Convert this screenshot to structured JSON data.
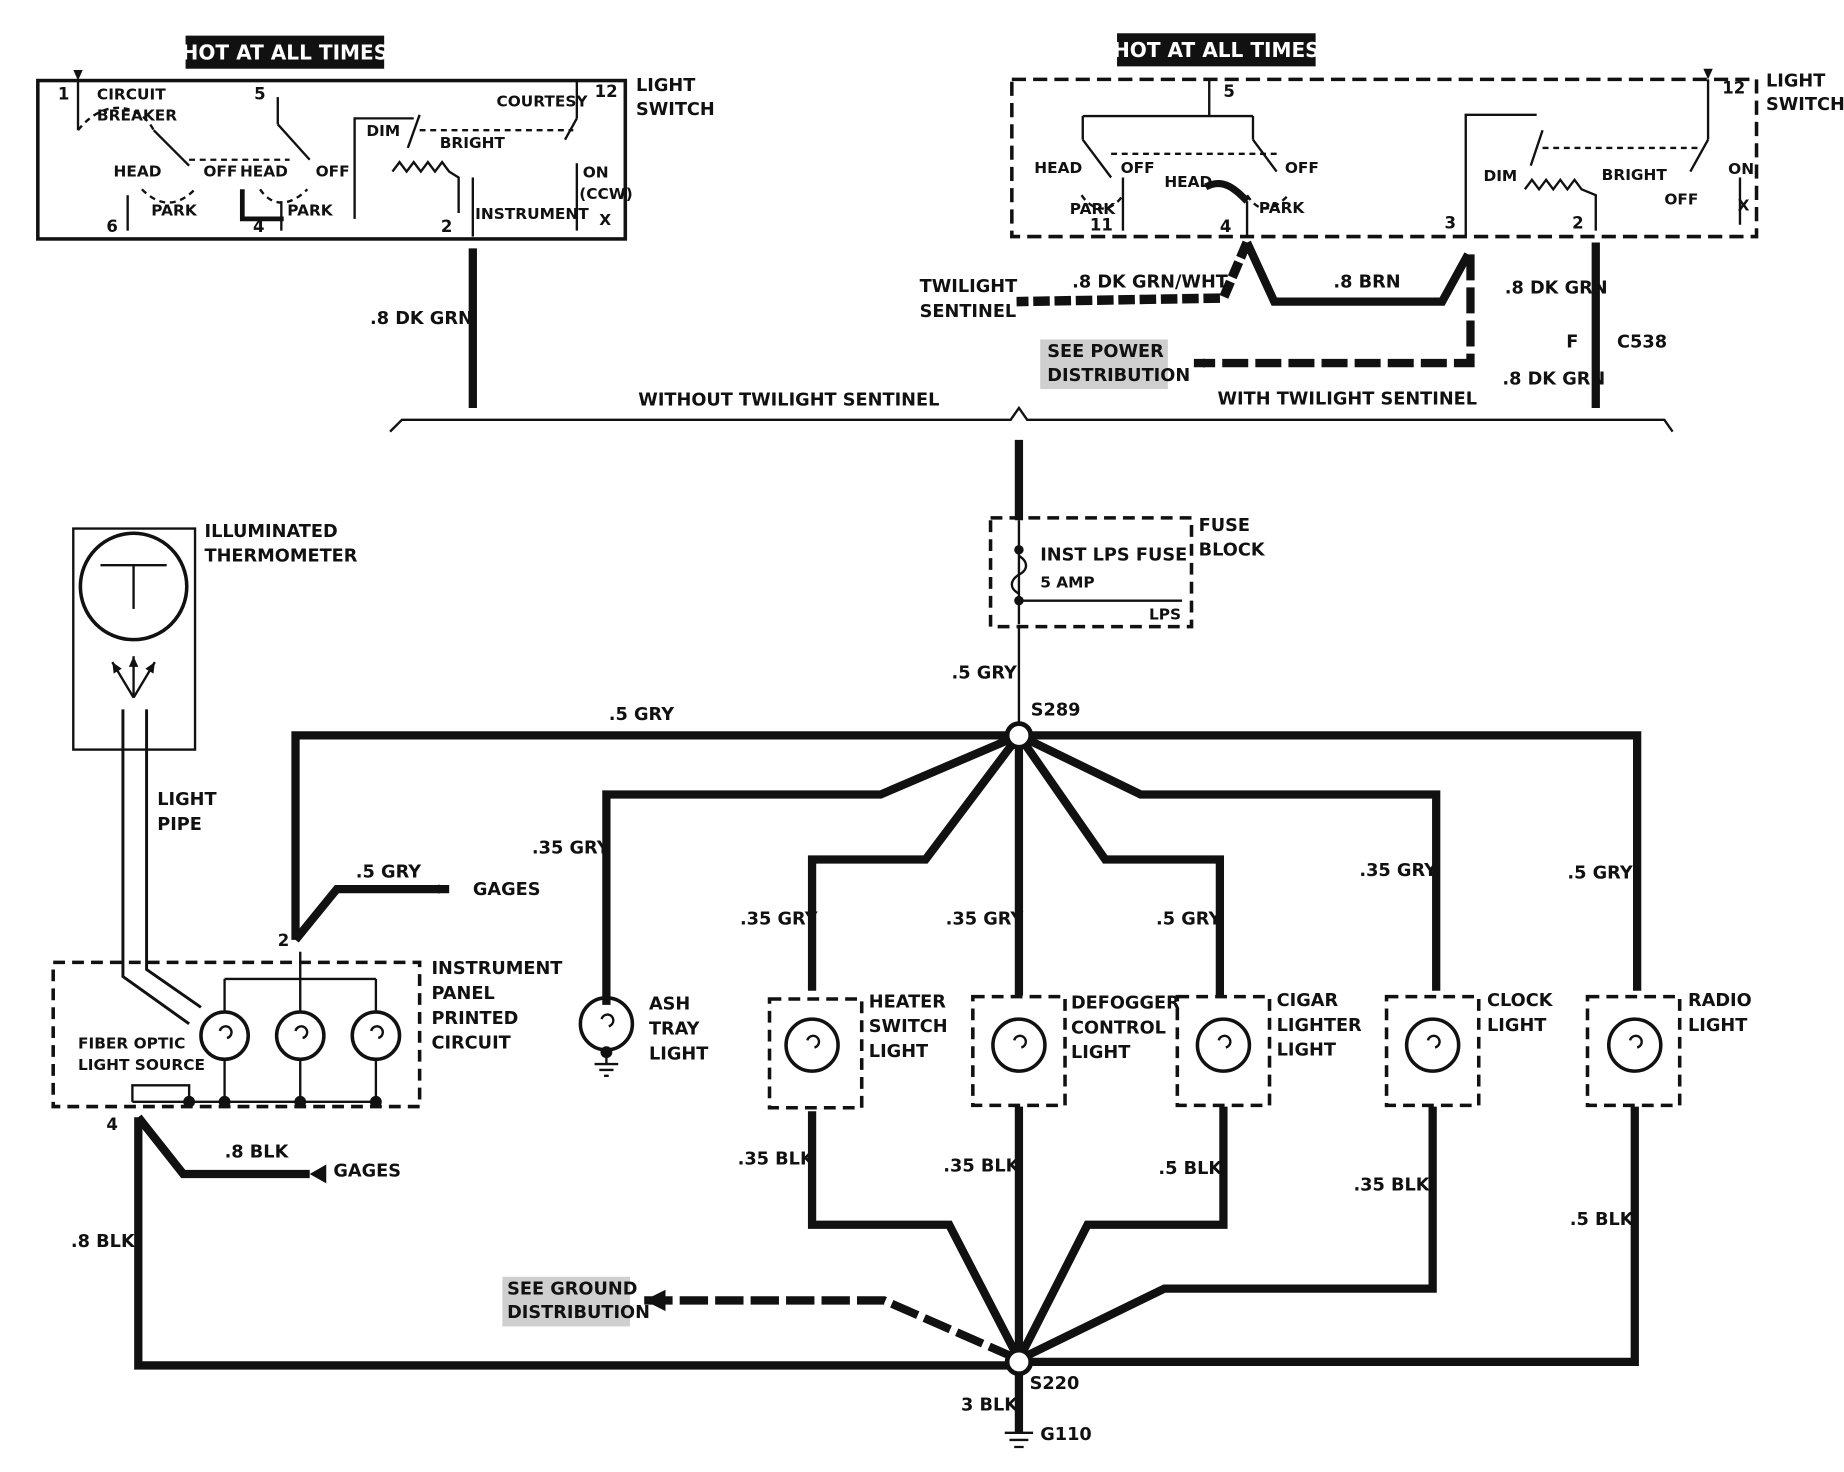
{
  "hot_left": "HOT AT ALL TIMES",
  "hot_right": "HOT AT ALL TIMES",
  "light_switch_left": {
    "l1": "LIGHT",
    "l2": "SWITCH"
  },
  "light_switch_right": {
    "l1": "LIGHT",
    "l2": "SWITCH"
  },
  "sw_left": {
    "p1": "1",
    "circuit": "CIRCUIT",
    "breaker": "BREAKER",
    "p5": "5",
    "courtesy": "COURTESY",
    "p12": "12",
    "head1": "HEAD",
    "off1": "OFF",
    "head2": "HEAD",
    "off2": "OFF",
    "park1": "PARK",
    "park2": "PARK",
    "dim": "DIM",
    "bright": "BRIGHT",
    "on": "ON",
    "ccw": "(CCW)",
    "p6": "6",
    "p4": "4",
    "p2": "2",
    "instrument": "INSTRUMENT",
    "x": "X"
  },
  "sw_right": {
    "p5": "5",
    "p12": "12",
    "head1": "HEAD",
    "off1": "OFF",
    "head2": "HEAD",
    "off2": "OFF",
    "park1": "PARK",
    "park2": "PARK",
    "p11": "11",
    "p4": "4",
    "p3": "3",
    "p2": "2",
    "dim": "DIM",
    "bright": "BRIGHT",
    "on": "ON",
    "off3": "OFF",
    "x": "X"
  },
  "wires": {
    "w_8dkgrn_left": ".8 DK GRN",
    "w_8dkgrnwht": ".8 DK GRN/WHT",
    "w_8brn": ".8 BRN",
    "w_8dkgrn_r1": ".8 DK GRN",
    "w_8dkgrn_r2": ".8 DK GRN",
    "w_5gry_fuse": ".5 GRY",
    "w_5gry_top": ".5 GRY",
    "w_5gry_gages": ".5 GRY",
    "w_35gry_ash": ".35 GRY",
    "w_35gry_heater": ".35 GRY",
    "w_35gry_defog": ".35 GRY",
    "w_5gry_cigar": ".5 GRY",
    "w_35gry_clock": ".35 GRY",
    "w_5gry_radio": ".5 GRY",
    "w_35blk_heater": ".35 BLK",
    "w_35blk_defog": ".35 BLK",
    "w_5blk_cigar": ".5 BLK",
    "w_35blk_clock": ".35 BLK",
    "w_5blk_radio": ".5 BLK",
    "w_8blk_gages": ".8 BLK",
    "w_8blk_left": ".8 BLK",
    "w_3blk": "3 BLK"
  },
  "twilight_sentinel": {
    "l1": "TWILIGHT",
    "l2": "SENTINEL"
  },
  "see_power": {
    "l1": "SEE POWER",
    "l2": "DISTRIBUTION"
  },
  "without_ts": "WITHOUT TWILIGHT SENTINEL",
  "with_ts": "WITH TWILIGHT SENTINEL",
  "connector": {
    "f": "F",
    "c538": "C538"
  },
  "fuse_block": {
    "l1": "FUSE",
    "l2": "BLOCK",
    "fuse": "INST LPS FUSE",
    "amp": "5 AMP",
    "lps": "LPS"
  },
  "thermometer": {
    "l1": "ILLUMINATED",
    "l2": "THERMOMETER"
  },
  "light_pipe": {
    "l1": "LIGHT",
    "l2": "PIPE"
  },
  "gages_top": "GAGES",
  "gages_bottom": "GAGES",
  "ipc": {
    "l1": "INSTRUMENT",
    "l2": "PANEL",
    "l3": "PRINTED",
    "l4": "CIRCUIT",
    "pin2": "2",
    "pin4": "4"
  },
  "fiber": {
    "l1": "FIBER OPTIC",
    "l2": "LIGHT SOURCE"
  },
  "splices": {
    "s289": "S289",
    "s220": "S220",
    "g110": "G110"
  },
  "ash": {
    "l1": "ASH",
    "l2": "TRAY",
    "l3": "LIGHT"
  },
  "heater": {
    "l1": "HEATER",
    "l2": "SWITCH",
    "l3": "LIGHT"
  },
  "defog": {
    "l1": "DEFOGGER",
    "l2": "CONTROL",
    "l3": "LIGHT"
  },
  "cigar": {
    "l1": "CIGAR",
    "l2": "LIGHTER",
    "l3": "LIGHT"
  },
  "clock": {
    "l1": "CLOCK",
    "l2": "LIGHT"
  },
  "radio": {
    "l1": "RADIO",
    "l2": "LIGHT"
  },
  "see_ground": {
    "l1": "SEE GROUND",
    "l2": "DISTRIBUTION"
  }
}
